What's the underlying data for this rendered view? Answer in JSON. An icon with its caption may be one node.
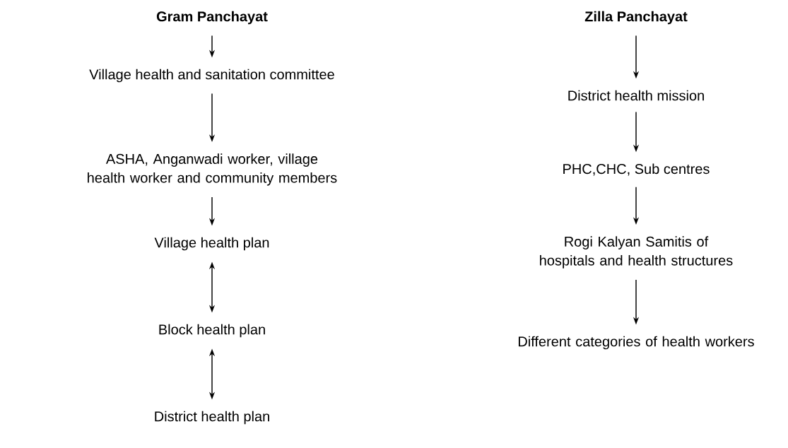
{
  "diagram": {
    "nodes": [
      {
        "text": [
          "Gram Panchayat"
        ]
      },
      {
        "text": [
          "Village health and sanitation committee"
        ]
      },
      {
        "text": [
          "ASHA, Anganwadi worker, village health worker and community members"
        ]
      },
      {
        "text": [
          "Village health plan"
        ]
      },
      {
        "text": [
          "Block health plan"
        ]
      },
      {
        "text": [
          "District health plan"
        ]
      },
      {
        "text": [
          "Zilla Panchayat"
        ]
      },
      {
        "text": [
          "District health mission"
        ]
      },
      {
        "text": [
          "PHC,CHC, Sub centres"
        ]
      },
      {
        "text": [
          "Rogi Kalyan Samitis of hospitals and health structures"
        ]
      },
      {
        "text": [
          "Different categories of health workers"
        ]
      }
    ],
    "edges": [
      {
        "from": 0,
        "to": 1,
        "arrow": "to"
      },
      {
        "from": 1,
        "to": 2,
        "arrow": "to"
      },
      {
        "from": 2,
        "to": 3,
        "arrow": "to"
      },
      {
        "from": 3,
        "to": 4,
        "arrow": "both"
      },
      {
        "from": 4,
        "to": 5,
        "arrow": "both"
      },
      {
        "from": 6,
        "to": 7,
        "arrow": "to"
      },
      {
        "from": 7,
        "to": 8,
        "arrow": "to"
      },
      {
        "from": 8,
        "to": 9,
        "arrow": "to"
      },
      {
        "from": 9,
        "to": 10,
        "arrow": "to"
      }
    ]
  }
}
